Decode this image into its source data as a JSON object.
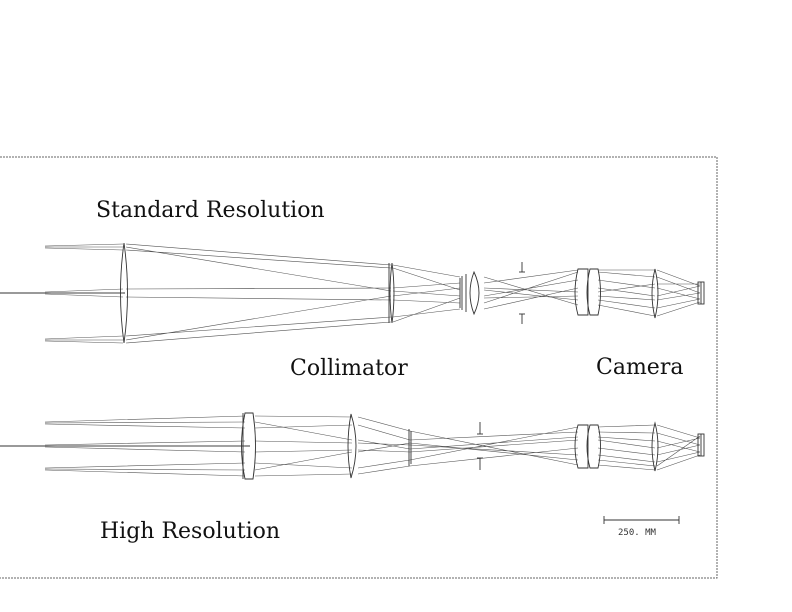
{
  "diagram": {
    "labels": {
      "standard": "Standard Resolution",
      "high": "High Resolution",
      "collimator": "Collimator",
      "camera": "Camera"
    },
    "scale_bar": {
      "label": "250. MM"
    }
  }
}
